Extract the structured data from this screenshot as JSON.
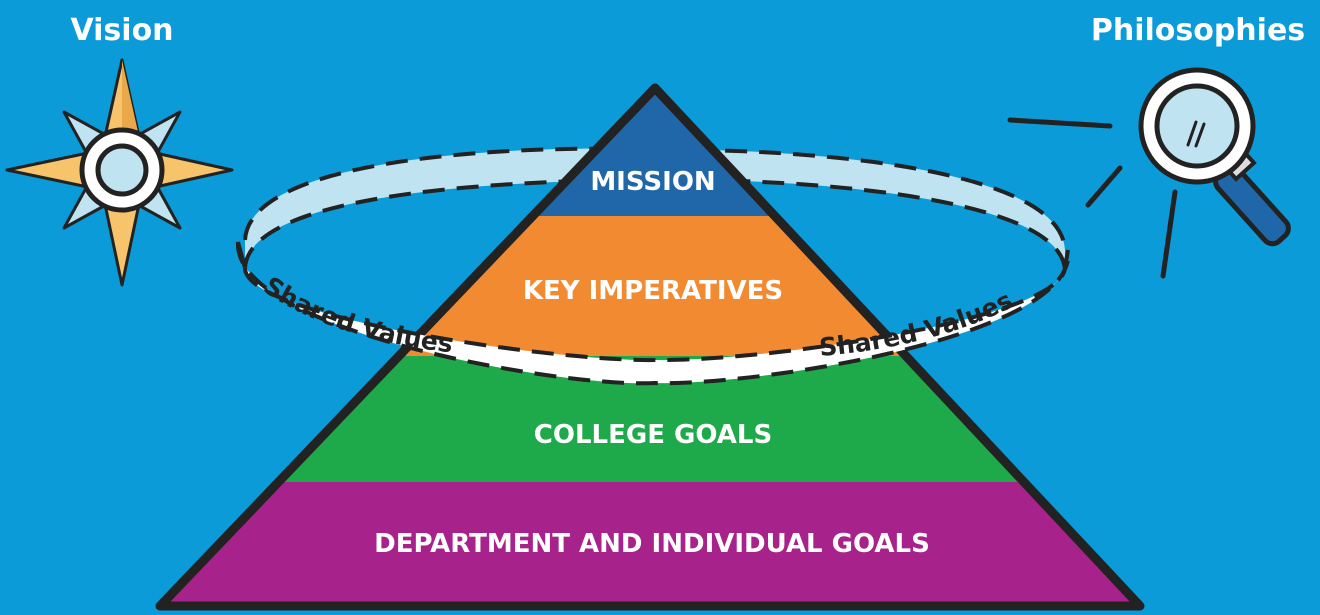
{
  "corners": {
    "left_title": "Vision",
    "right_title": "Philosophies"
  },
  "pyramid": {
    "layers": [
      {
        "label": "MISSION",
        "color": "#1f67a8"
      },
      {
        "label": "KEY IMPERATIVES",
        "color": "#f28a32"
      },
      {
        "label": "COLLEGE GOALS",
        "color": "#1ea94a"
      },
      {
        "label": "DEPARTMENT AND INDIVIDUAL GOALS",
        "color": "#a8228c"
      }
    ]
  },
  "ring": {
    "left_label": "Shared Values",
    "right_label": "Shared Values",
    "band_color": "#bfe3f0"
  },
  "colors": {
    "background": "#0a9bd8",
    "outline": "#222222",
    "compass_star": "#f7c46c",
    "compass_star_inner": "#bfe3f0",
    "magnifier_handle": "#1f67a8"
  },
  "icons": {
    "left": "compass-star-icon",
    "right": "magnifying-glass-icon"
  }
}
